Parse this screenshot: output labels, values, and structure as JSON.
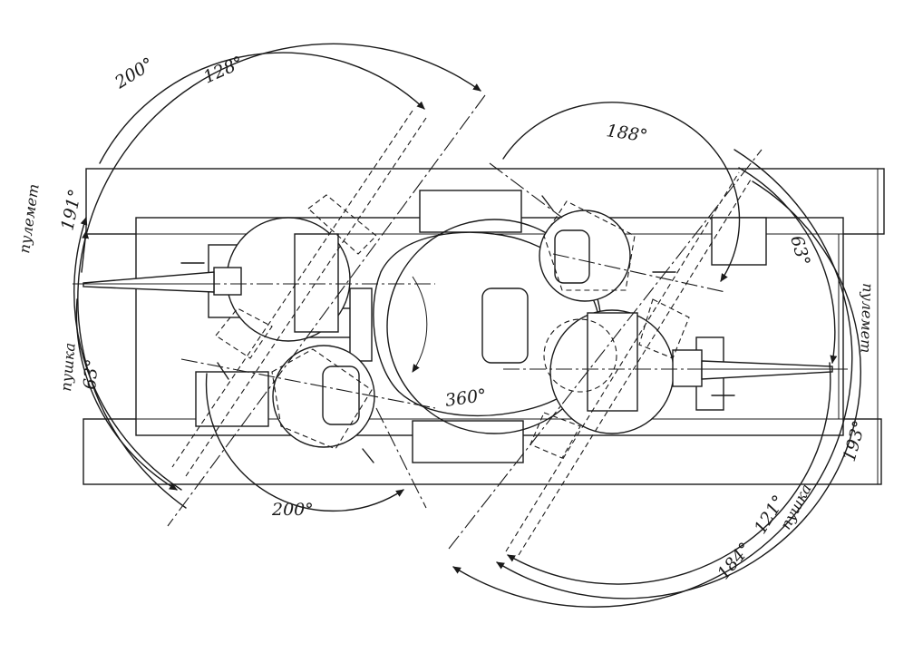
{
  "diagram": {
    "labels": {
      "top_left_outer": "200°",
      "top_left_inner": "128°",
      "top_right": "188°",
      "left_mg": "191°",
      "left_mg_word": "пулемет",
      "left_gun_word": "пушка",
      "left_gun": "63°",
      "center": "360°",
      "bottom_left": "200°",
      "right_mg_word": "пулемет",
      "right_gun": "63°",
      "bottom_right_a": "184°",
      "bottom_right_b": "121°",
      "bottom_right_word": "пушка",
      "bottom_right_c": "193°"
    }
  }
}
